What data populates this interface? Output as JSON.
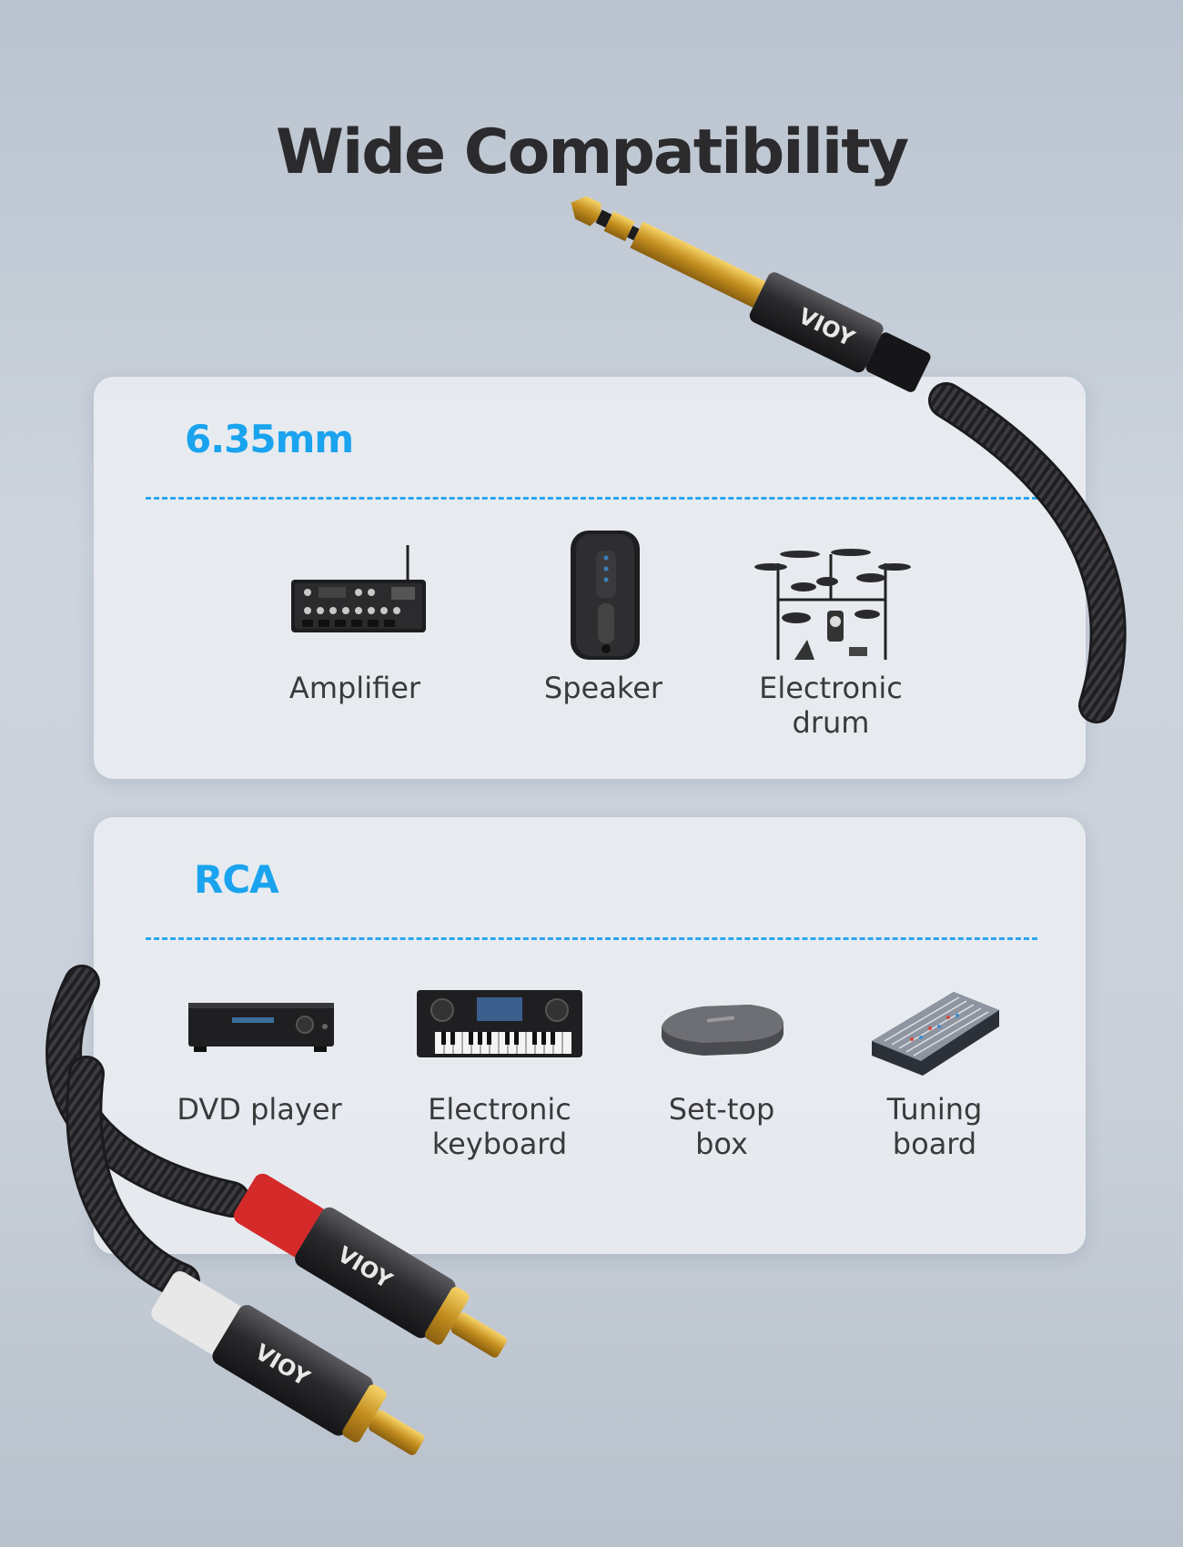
{
  "title": "Wide Compatibility",
  "sections": [
    {
      "heading": "6.35mm",
      "devices": [
        {
          "label": "Amplifier",
          "icon": "amplifier-icon"
        },
        {
          "label": "Speaker",
          "icon": "speaker-icon"
        },
        {
          "label": "Electronic\ndrum",
          "icon": "electronic-drum-icon"
        }
      ]
    },
    {
      "heading": "RCA",
      "devices": [
        {
          "label": "DVD player",
          "icon": "dvd-player-icon"
        },
        {
          "label": "Electronic\nkeyboard",
          "icon": "electronic-keyboard-icon"
        },
        {
          "label": "Set-top\nbox",
          "icon": "set-top-box-icon"
        },
        {
          "label": "Tuning\nboard",
          "icon": "tuning-board-icon"
        }
      ]
    }
  ],
  "brand_marks": [
    "VIOY",
    "VIOY",
    "VIOY"
  ],
  "colors": {
    "accent": "#1aa3ee",
    "title": "#2b2b2d",
    "gold": "#d4a531",
    "rca_red": "#d42a2a",
    "rca_white": "#e8e8e8"
  }
}
